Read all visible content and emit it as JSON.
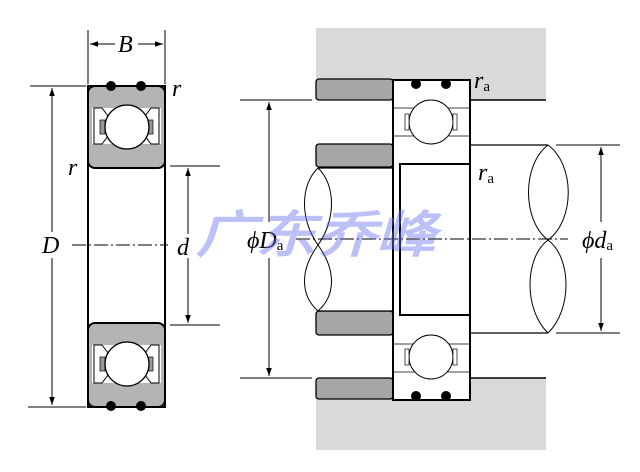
{
  "labels": {
    "width": "B",
    "outer_diameter": "D",
    "bore": "d",
    "chamfer_top": "r",
    "chamfer_left": "r",
    "phi": "ϕ",
    "housing_shoulder": "D",
    "shaft_shoulder": "d",
    "fillet_top": "r",
    "fillet_inner": "r",
    "subscript": "a"
  },
  "watermark": "广东乔峰",
  "colors": {
    "ring_gray": "#b4b4b4",
    "housing_gray": "#d9d9d9",
    "spacer_gray": "#a6a6a6",
    "watermark": "#6b74ee"
  }
}
